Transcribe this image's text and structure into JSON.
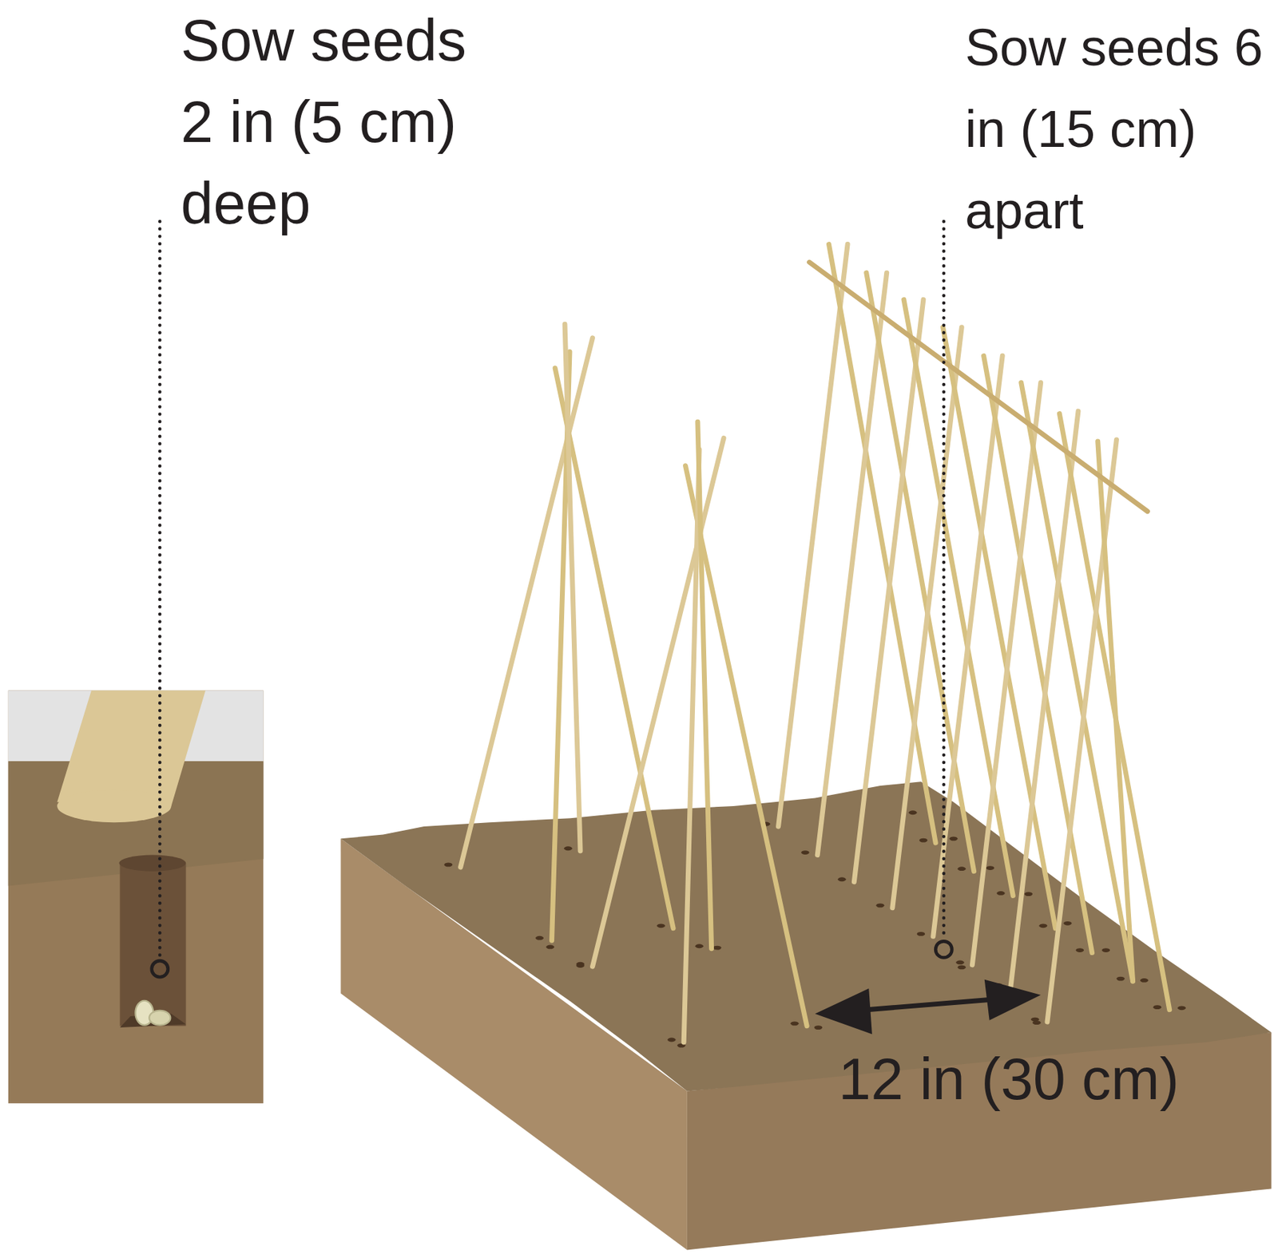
{
  "diagram": {
    "labels": [
      "Sow seeds 2 in (5 cm) deep",
      "Sow seeds 6 in (15 cm) apart",
      "12 in (30 cm)"
    ]
  }
}
